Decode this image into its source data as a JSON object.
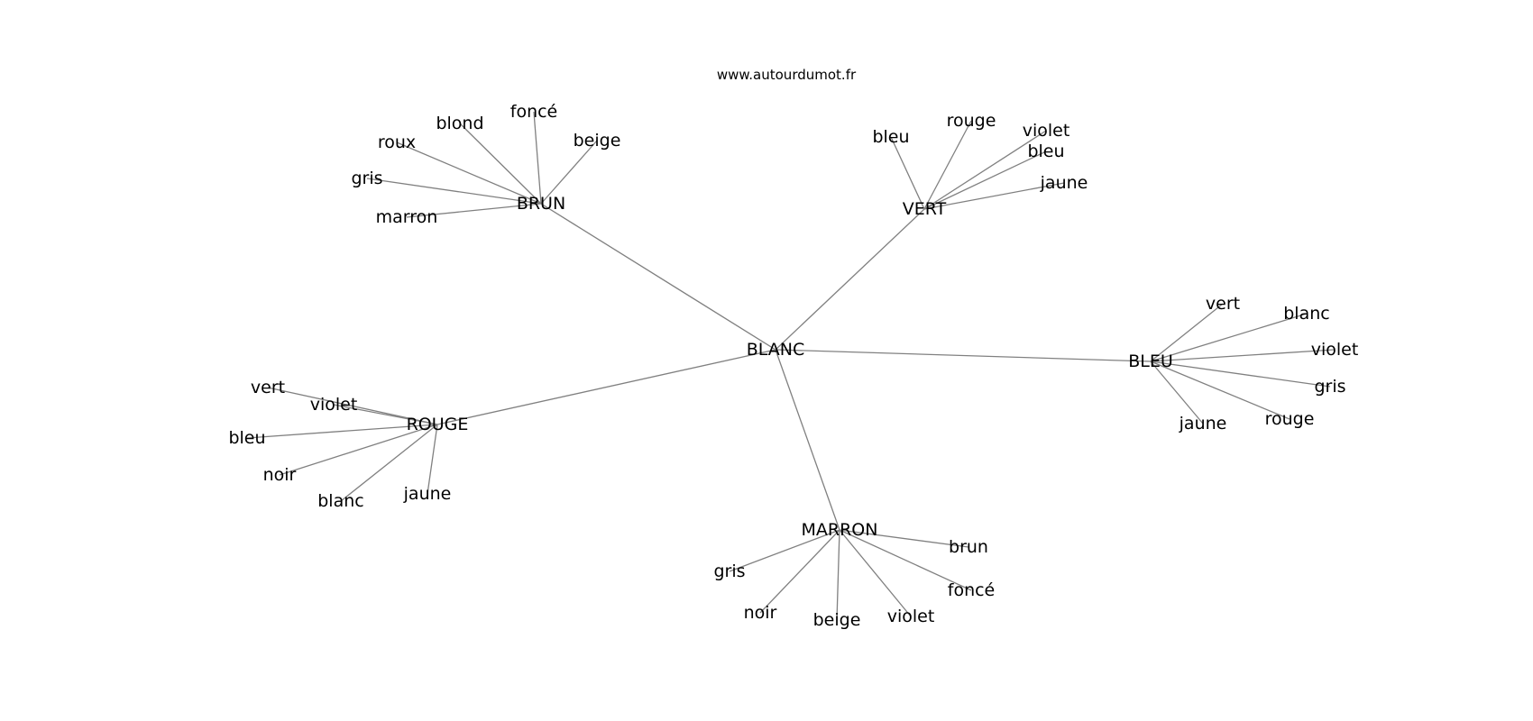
{
  "site_url": "www.autourdumot.fr",
  "colors": {
    "edge": "#808080",
    "text": "#000000",
    "background": "#ffffff"
  },
  "center": "BLANC",
  "groups": [
    {
      "hub": "BRUN",
      "leaves": [
        "roux",
        "blond",
        "foncé",
        "beige",
        "gris",
        "marron"
      ]
    },
    {
      "hub": "VERT",
      "leaves": [
        "bleu",
        "rouge",
        "violet",
        "bleu",
        "jaune"
      ]
    },
    {
      "hub": "BLEU",
      "leaves": [
        "vert",
        "blanc",
        "violet",
        "gris",
        "rouge",
        "jaune"
      ]
    },
    {
      "hub": "ROUGE",
      "leaves": [
        "vert",
        "violet",
        "bleu",
        "noir",
        "blanc",
        "jaune"
      ]
    },
    {
      "hub": "MARRON",
      "leaves": [
        "brun",
        "gris",
        "foncé",
        "noir",
        "beige",
        "violet"
      ]
    }
  ]
}
